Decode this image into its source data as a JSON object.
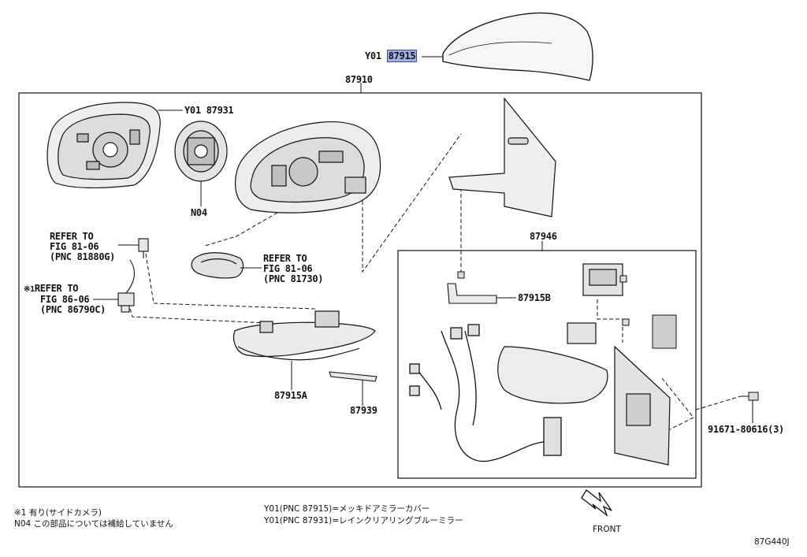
{
  "callouts": {
    "cover_prefix": "Y01",
    "cover_part": "87915",
    "assembly": "87910",
    "mirror_prefix": "Y01",
    "mirror_part": "87931",
    "motor": "N04",
    "lamp_ref": [
      "REFER TO",
      "FIG 81-06",
      "(PNC 81880G)"
    ],
    "turn_lamp_ref": [
      "REFER TO",
      "FIG 81-06",
      "(PNC 81730)"
    ],
    "camera_mark": "※1",
    "camera_ref": [
      "REFER TO",
      "FIG 86-06",
      "(PNC 86790C)"
    ],
    "lower_cover": "87915A",
    "seal": "87939",
    "sub_assembly": "87946",
    "inner_cover": "87915B",
    "screw": "91671-80616(3)"
  },
  "footnotes": {
    "note1": "※1 有り(サイドカメラ)",
    "note2": "N04 この部品については補給していません",
    "y01_a": "Y01(PNC 87915)=メッキドアミラーカバー",
    "y01_b": "Y01(PNC 87931)=レインクリアリングブルーミラー"
  },
  "direction_label": "FRONT",
  "figure_code": "87G440J",
  "colors": {
    "highlight": "#9fb0e8",
    "line": "#111111"
  }
}
